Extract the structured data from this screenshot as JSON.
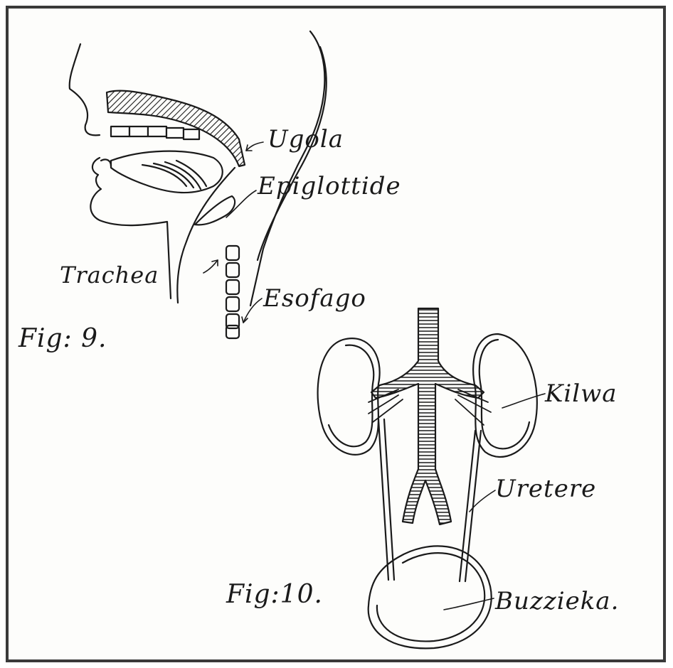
{
  "fig9": {
    "caption": "Fig: 9.",
    "labels": {
      "uvula": "Ugola",
      "epiglottis": "Epiglottide",
      "trachea": "Trachea",
      "esophagus": "Esofago"
    }
  },
  "fig10": {
    "caption": "Fig:10.",
    "labels": {
      "kidney": "Kilwa",
      "ureter": "Uretere",
      "bladder": "Buzzieka."
    }
  },
  "colors": {
    "ink": "#1a1a1a",
    "frame": "#3a3a3a",
    "paper": "#fdfdfb"
  }
}
